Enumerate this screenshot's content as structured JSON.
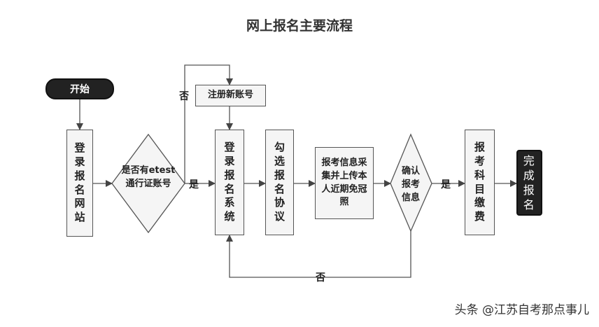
{
  "title": "网上报名主要流程",
  "nodes": {
    "start": "开始",
    "login_site": "登录报名网站",
    "decision_account": "是否有etest通行证账号",
    "register": "注册新账号",
    "login_system": "登录报名系统",
    "agreement": "勾选报名协议",
    "info_photo": "报考信息采集并上传本人近期免冠照",
    "decision_confirm": "确认报考信息",
    "select_subjects": "报考科目缴费",
    "finish": "完成报名"
  },
  "labels": {
    "yes_1": "是",
    "no_1": "否",
    "yes_2": "是",
    "no_2": "否"
  },
  "watermark": "头条 @江苏自考那点事儿"
}
